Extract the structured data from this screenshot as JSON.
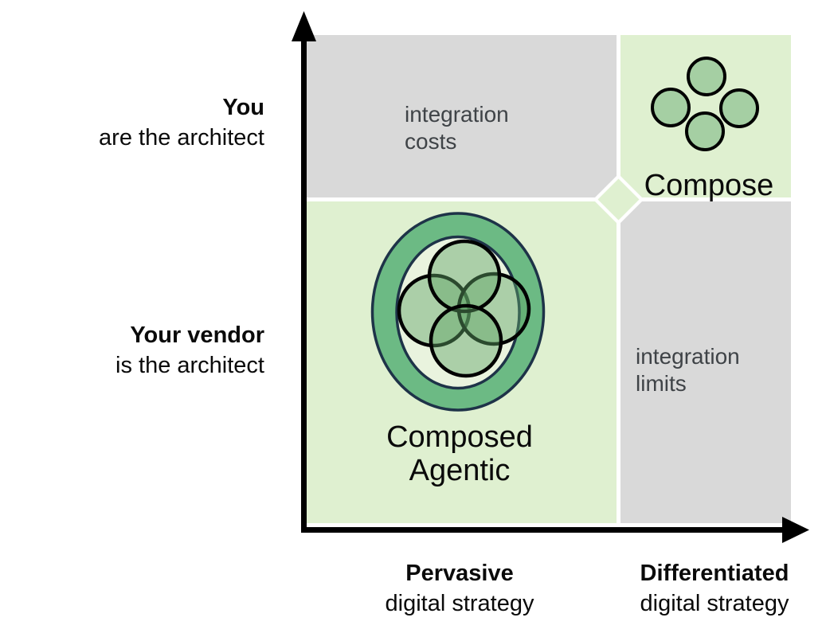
{
  "colors": {
    "quadrant-gray": "#d9d9d9",
    "quadrant-green": "#dff0d0",
    "axis-black": "#000000",
    "annotation-gray": "#3f4347",
    "circle-green": "#a5cfa3",
    "ring-green": "#6cba84",
    "ring-outline": "#1e3348",
    "ring-hole": "#e9f3de",
    "venn-fill": "#5fa565",
    "label-black": "#0a0a0a"
  },
  "y_axis": {
    "top": {
      "bold": "You",
      "rest": "are the architect"
    },
    "bottom": {
      "bold": "Your vendor",
      "rest": "is the architect"
    }
  },
  "x_axis": {
    "left": {
      "bold": "Pervasive",
      "rest": "digital strategy"
    },
    "right": {
      "bold": "Differentiated",
      "rest": "digital strategy"
    }
  },
  "quadrants": {
    "top_left": {
      "note_line1": "integration",
      "note_line2": "costs"
    },
    "top_right": {
      "label": "Compose"
    },
    "bottom_left": {
      "label_line1": "Composed",
      "label_line2": "Agentic"
    },
    "bottom_right": {
      "note_line1": "integration",
      "note_line2": "limits"
    }
  }
}
